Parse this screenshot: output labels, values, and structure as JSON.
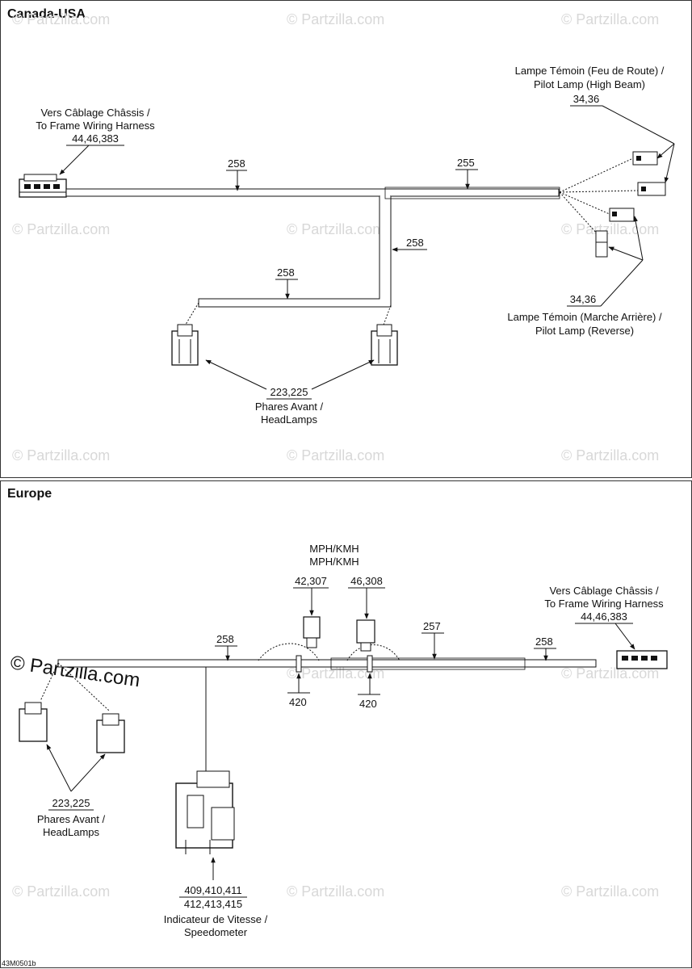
{
  "panels": {
    "canada": {
      "title": "Canada-USA",
      "frame_harness": {
        "line1": "Vers Câblage Châssis /",
        "line2": "To Frame Wiring Harness",
        "ref": "44,46,383"
      },
      "pilot_high": {
        "line1": "Lampe Témoin (Feu de Route) /",
        "line2": "Pilot Lamp (High Beam)",
        "ref": "34,36"
      },
      "pilot_reverse": {
        "line1": "Lampe Témoin (Marche Arrière) /",
        "line2": "Pilot Lamp (Reverse)",
        "ref": "34,36"
      },
      "headlamps": {
        "ref": "223,225",
        "line1": "Phares Avant /",
        "line2": "HeadLamps"
      },
      "wire_main": "258",
      "wire_right": "255",
      "wire_vertical": "258",
      "wire_lower": "258"
    },
    "europe": {
      "title": "Europe",
      "mph": {
        "line1": "MPH/KMH",
        "line2": "MPH/KMH",
        "ref_a": "42,307",
        "ref_b": "46,308"
      },
      "frame_harness": {
        "line1": "Vers Câblage Châssis /",
        "line2": "To Frame Wiring Harness",
        "ref": "44,46,383"
      },
      "wire_left": "258",
      "wire_mid": "257",
      "wire_right": "258",
      "clip_a": "420",
      "clip_b": "420",
      "headlamps": {
        "ref": "223,225",
        "line1": "Phares Avant /",
        "line2": "HeadLamps"
      },
      "speedometer": {
        "ref_a": "409,410,411",
        "ref_b": "412,413,415",
        "line1": "Indicateur de Vitesse /",
        "line2": "Speedometer"
      }
    }
  },
  "watermark": "© Partzilla.com",
  "drawing_code": "43M0501b"
}
